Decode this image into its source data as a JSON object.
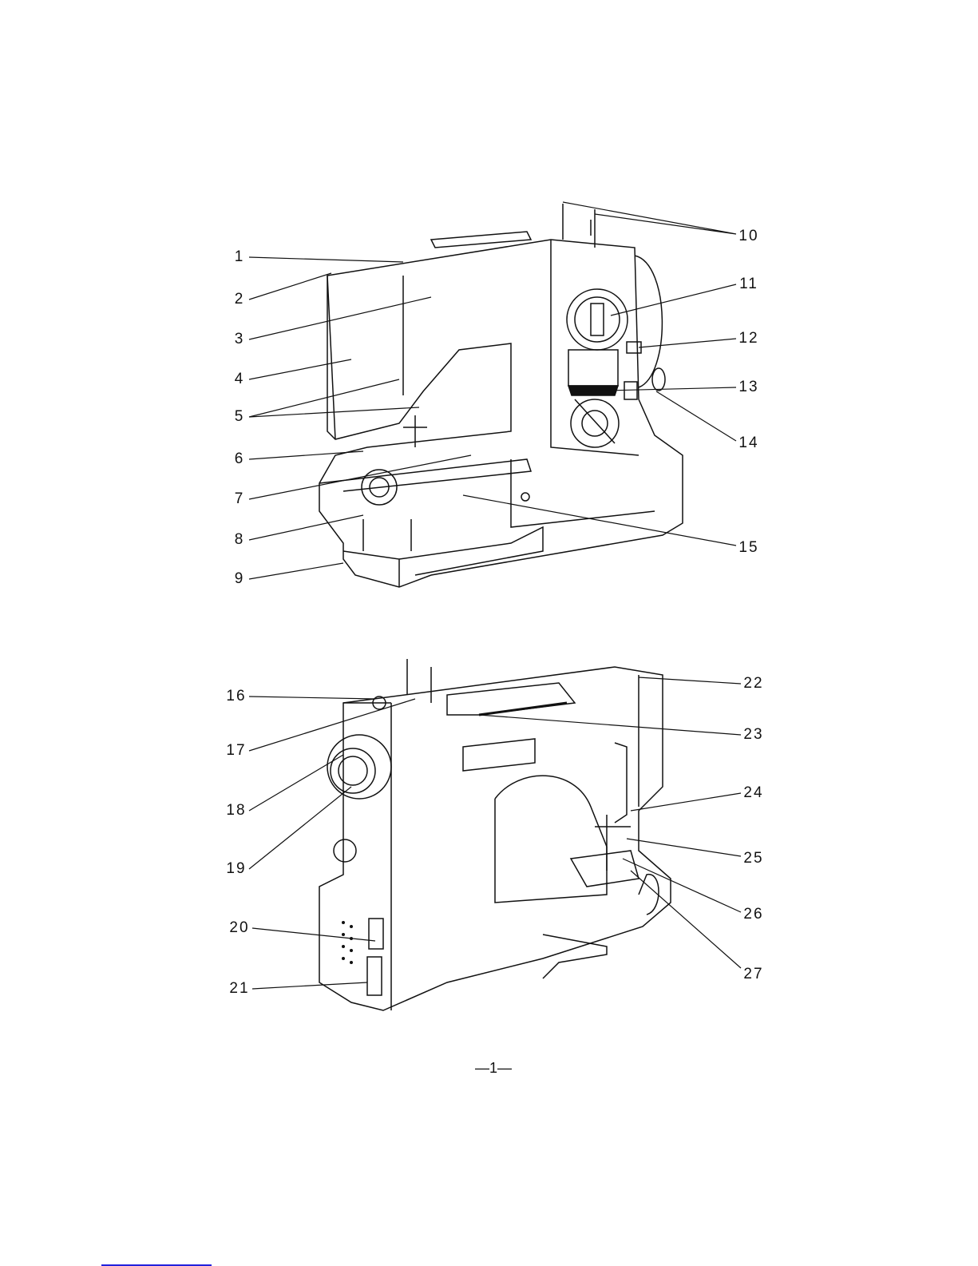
{
  "figure_front": {
    "callouts": [
      "1",
      "2",
      "3",
      "4",
      "5",
      "6",
      "7",
      "8",
      "9",
      "10",
      "11",
      "12",
      "13",
      "14",
      "15"
    ]
  },
  "figure_back": {
    "callouts": [
      "16",
      "17",
      "18",
      "19",
      "20",
      "21",
      "22",
      "23",
      "24",
      "25",
      "26",
      "27"
    ]
  },
  "page_number": "—1—"
}
